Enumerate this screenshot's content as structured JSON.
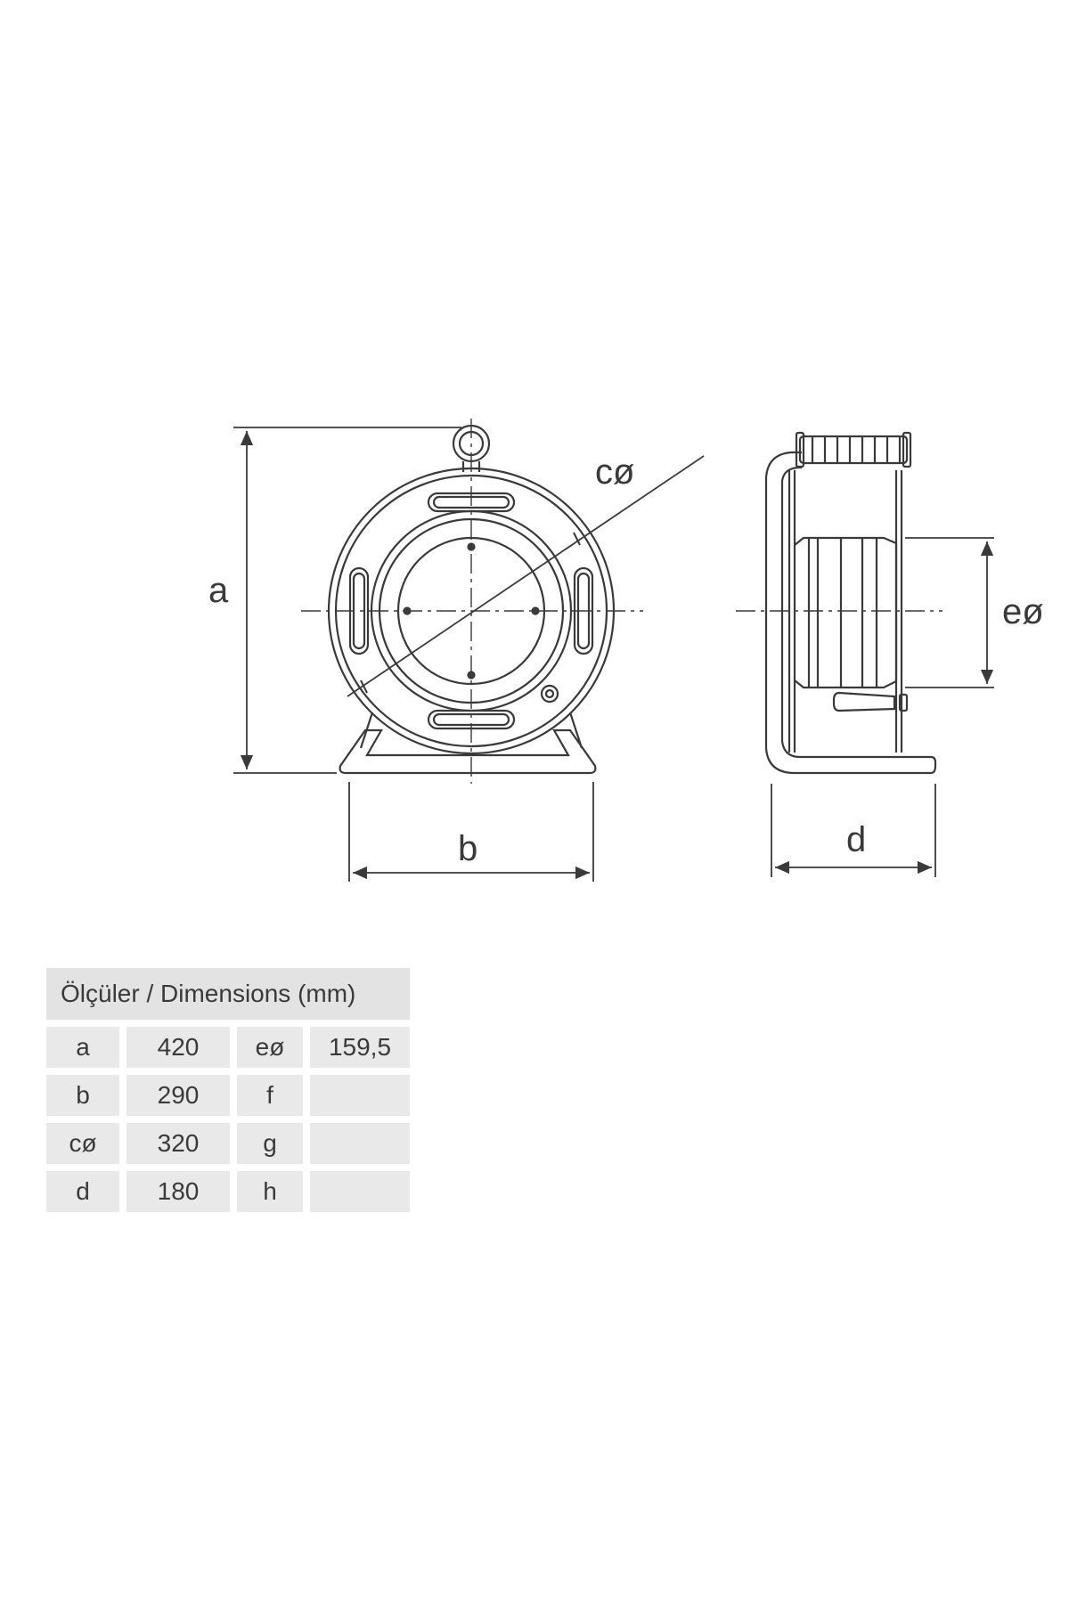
{
  "labels": {
    "a": "a",
    "b": "b",
    "c": "cø",
    "d": "d",
    "e": "eø"
  },
  "table": {
    "title": "Ölçüler / Dimensions (mm)",
    "rows": [
      {
        "k1": "a",
        "v1": "420",
        "k2": "eø",
        "v2": "159,5"
      },
      {
        "k1": "b",
        "v1": "290",
        "k2": "f",
        "v2": ""
      },
      {
        "k1": "cø",
        "v1": "320",
        "k2": "g",
        "v2": ""
      },
      {
        "k1": "d",
        "v1": "180",
        "k2": "h",
        "v2": ""
      }
    ]
  },
  "colors": {
    "line": "#3a3a3a",
    "table_cell": "#e9e9e9"
  }
}
